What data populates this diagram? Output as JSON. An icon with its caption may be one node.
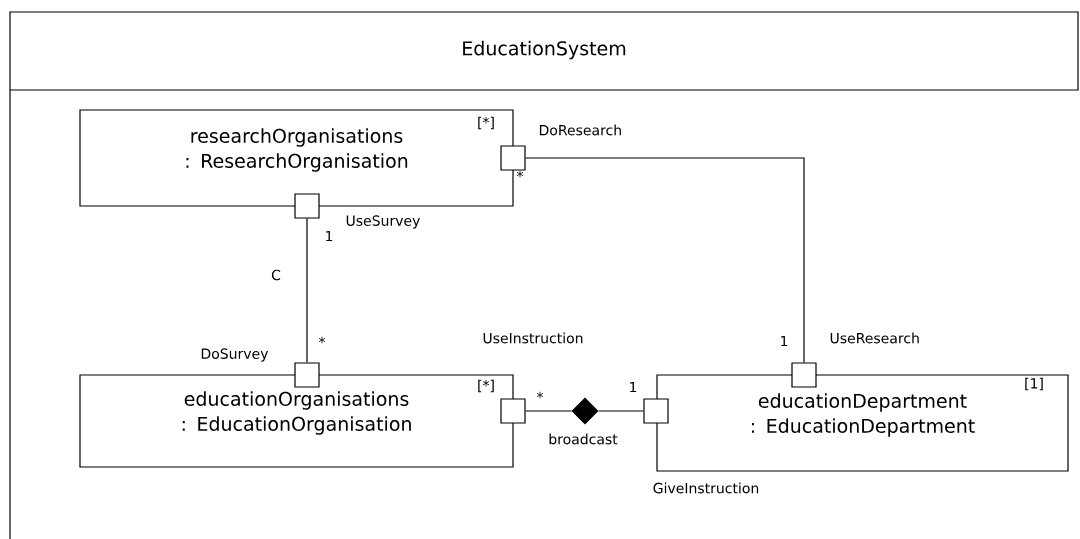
{
  "diagram": {
    "nodes": [
      {
        "text": [
          "EducationSystem"
        ]
      },
      {
        "text": [
          "researchOrganisations : ResearchOrganisation",
          "[*]"
        ],
        "in": 0
      },
      {
        "text": [
          "educationOrganisations : EducationOrganisation",
          "[*]"
        ],
        "in": 0
      },
      {
        "text": [
          "educationDepartment : EducationDepartment",
          "[1]"
        ],
        "in": 0
      },
      {
        "text": [],
        "shape": "box",
        "in": 0
      },
      {
        "text": [],
        "shape": "box",
        "in": 0
      },
      {
        "text": [],
        "shape": "box",
        "in": 0
      },
      {
        "text": [],
        "shape": "box",
        "in": 0
      },
      {
        "text": [],
        "shape": "diamond",
        "beside": [
          "broadcast"
        ],
        "in": 0
      },
      {
        "text": [],
        "shape": "box",
        "in": 0
      },
      {
        "text": [],
        "shape": "box",
        "in": 0
      }
    ],
    "edges": [
      {
        "from": 4,
        "to": 10,
        "arrow": "none"
      },
      {
        "from": 5,
        "to": 6,
        "arrow": "none",
        "label": "C"
      },
      {
        "from": 7,
        "to": 8,
        "arrow": "none"
      },
      {
        "from": 8,
        "to": 9,
        "arrow": "none"
      }
    ],
    "labels": [
      "DoResearch",
      "*",
      "UseSurvey",
      "1",
      "UseInstruction",
      "UseResearch",
      "*",
      "1",
      "DoSurvey",
      "1",
      "*",
      "GiveInstruction"
    ]
  }
}
